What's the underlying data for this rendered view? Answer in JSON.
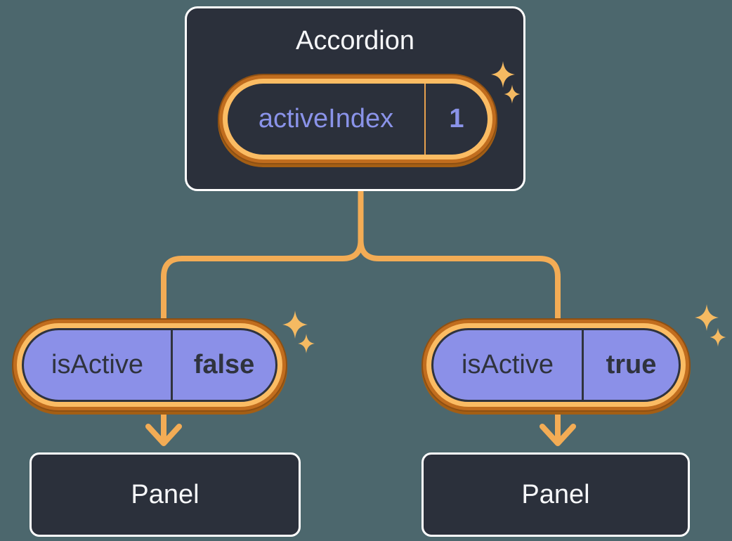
{
  "colors": {
    "bg": "#4C676D",
    "card": "#2B303B",
    "cardBorder": "#FFFFFF",
    "titleText": "#F6F7F9",
    "periwinkle": "#8A93E9",
    "purple": "#8B90E8",
    "ink": "#2F333D",
    "ringDark": "#C16D1E",
    "ringOutline": "#8E5013",
    "ringShadow": "#A35E14",
    "ringLight": "#FBBC63",
    "line": "#F3AC55",
    "sparkle": "#F5BA62",
    "dividerOrange": "#E8A14E"
  },
  "accordion": {
    "title": "Accordion",
    "state": {
      "label": "activeIndex",
      "value": "1"
    }
  },
  "children": [
    {
      "state": {
        "label": "isActive",
        "value": "false"
      },
      "panel": {
        "title": "Panel"
      }
    },
    {
      "state": {
        "label": "isActive",
        "value": "true"
      },
      "panel": {
        "title": "Panel"
      }
    }
  ],
  "icons": {
    "sparkles": "sparkles-icon",
    "arrow": "arrow-down-icon"
  }
}
